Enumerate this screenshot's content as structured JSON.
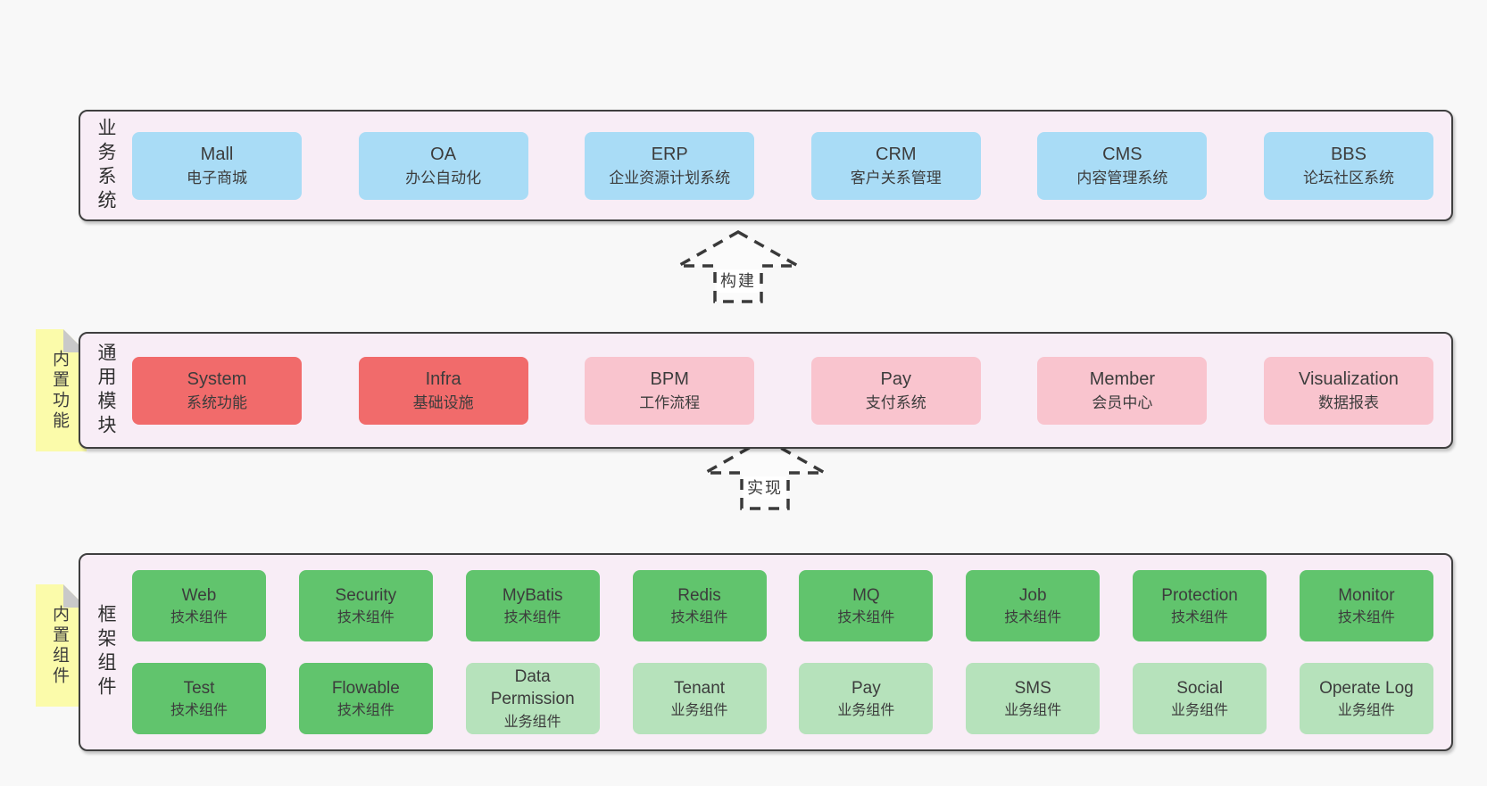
{
  "palette": {
    "page_bg": "#f8f8f8",
    "panel_bg": "#f8edf6",
    "panel_border": "#3f3f3f",
    "blue": "#a9dcf6",
    "red": "#f16b6b",
    "pink": "#f9c4ce",
    "green": "#61c46d",
    "green_light": "#b6e2bb",
    "tab_yellow": "#fbfbaa",
    "fold_gray": "#c9c9c9",
    "text": "#3c3c3c"
  },
  "arrows": [
    {
      "label": "构建"
    },
    {
      "label": "实现"
    }
  ],
  "sections": [
    {
      "id": "business-systems",
      "label": "业务系统",
      "boxes": [
        {
          "name": "Mall",
          "desc": "电子商城",
          "variant": "blue"
        },
        {
          "name": "OA",
          "desc": "办公自动化",
          "variant": "blue"
        },
        {
          "name": "ERP",
          "desc": "企业资源计划系统",
          "variant": "blue"
        },
        {
          "name": "CRM",
          "desc": "客户关系管理",
          "variant": "blue"
        },
        {
          "name": "CMS",
          "desc": "内容管理系统",
          "variant": "blue"
        },
        {
          "name": "BBS",
          "desc": "论坛社区系统",
          "variant": "blue"
        }
      ]
    },
    {
      "id": "common-modules",
      "label": "通用模块",
      "tab": "内置功能",
      "boxes": [
        {
          "name": "System",
          "desc": "系统功能",
          "variant": "red"
        },
        {
          "name": "Infra",
          "desc": "基础设施",
          "variant": "red"
        },
        {
          "name": "BPM",
          "desc": "工作流程",
          "variant": "pink"
        },
        {
          "name": "Pay",
          "desc": "支付系统",
          "variant": "pink"
        },
        {
          "name": "Member",
          "desc": "会员中心",
          "variant": "pink"
        },
        {
          "name": "Visualization",
          "desc": "数据报表",
          "variant": "pink"
        }
      ]
    },
    {
      "id": "framework-components",
      "label": "框架组件",
      "tab": "内置组件",
      "rows": [
        [
          {
            "name": "Web",
            "desc": "技术组件",
            "variant": "green"
          },
          {
            "name": "Security",
            "desc": "技术组件",
            "variant": "green"
          },
          {
            "name": "MyBatis",
            "desc": "技术组件",
            "variant": "green"
          },
          {
            "name": "Redis",
            "desc": "技术组件",
            "variant": "green"
          },
          {
            "name": "MQ",
            "desc": "技术组件",
            "variant": "green"
          },
          {
            "name": "Job",
            "desc": "技术组件",
            "variant": "green"
          },
          {
            "name": "Protection",
            "desc": "技术组件",
            "variant": "green"
          },
          {
            "name": "Monitor",
            "desc": "技术组件",
            "variant": "green"
          }
        ],
        [
          {
            "name": "Test",
            "desc": "技术组件",
            "variant": "green"
          },
          {
            "name": "Flowable",
            "desc": "技术组件",
            "variant": "green"
          },
          {
            "name": "Data Permission",
            "desc": "业务组件",
            "variant": "green-light"
          },
          {
            "name": "Tenant",
            "desc": "业务组件",
            "variant": "green-light"
          },
          {
            "name": "Pay",
            "desc": "业务组件",
            "variant": "green-light"
          },
          {
            "name": "SMS",
            "desc": "业务组件",
            "variant": "green-light"
          },
          {
            "name": "Social",
            "desc": "业务组件",
            "variant": "green-light"
          },
          {
            "name": "Operate Log",
            "desc": "业务组件",
            "variant": "green-light"
          }
        ]
      ]
    }
  ]
}
